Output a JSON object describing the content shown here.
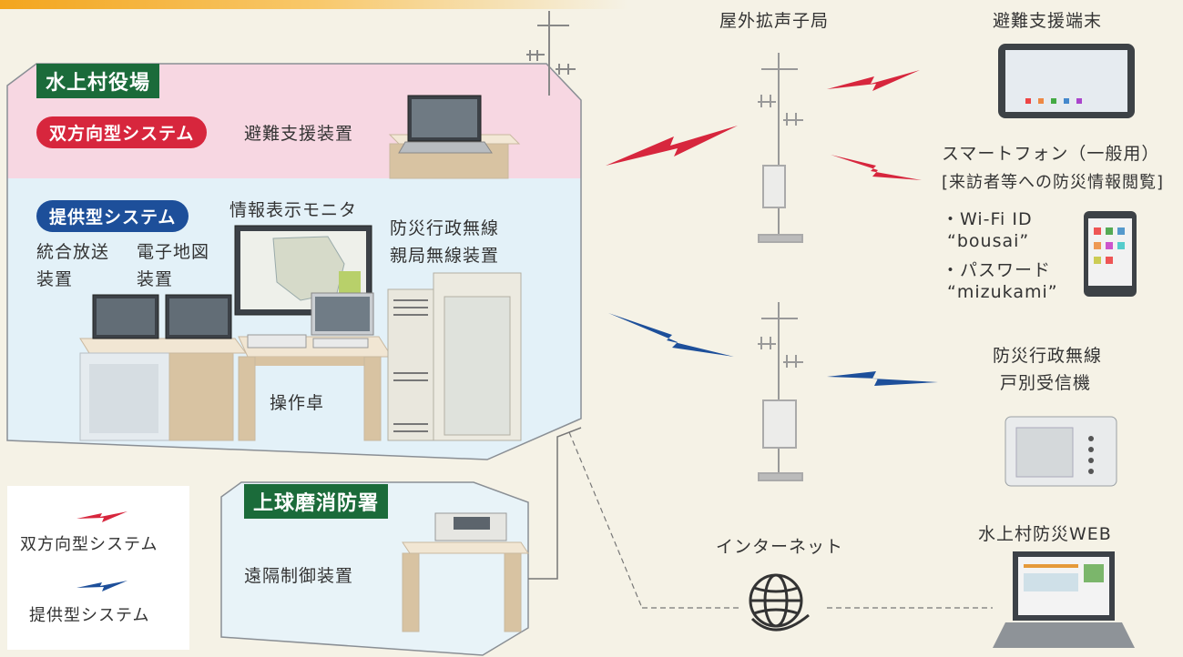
{
  "office": {
    "title": "水上村役場",
    "two_way_label": "双方向型システム",
    "evac_device": "避難支援装置",
    "provide_label": "提供型システム",
    "info_monitor": "情報表示モニタ",
    "broadcast_line1": "統合放送",
    "broadcast_line2": "装置",
    "map_line1": "電子地図",
    "map_line2": "装置",
    "radio_main_line1": "防災行政無線",
    "radio_main_line2": "親局無線装置",
    "console": "操作卓"
  },
  "fire_station": {
    "title": "上球磨消防署",
    "remote": "遠隔制御装置"
  },
  "legend": {
    "two_way": "双方向型システム",
    "provide": "提供型システム",
    "two_way_color": "#d7263d",
    "provide_color": "#1d4f9a"
  },
  "right": {
    "outdoor_speaker": "屋外拡声子局",
    "evac_terminal": "避難支援端末",
    "smartphone": "スマートフォン（一般用）",
    "visitor_note": "[来訪者等への防災情報閲覧]",
    "wifi_label": "・Wi-Fi ID",
    "wifi_value": "“bousai”",
    "password_label": "・パスワード",
    "password_value": "“mizukami”",
    "household_line1": "防災行政無線",
    "household_line2": "戸別受信機",
    "internet": "インターネット",
    "web": "水上村防災WEB"
  }
}
